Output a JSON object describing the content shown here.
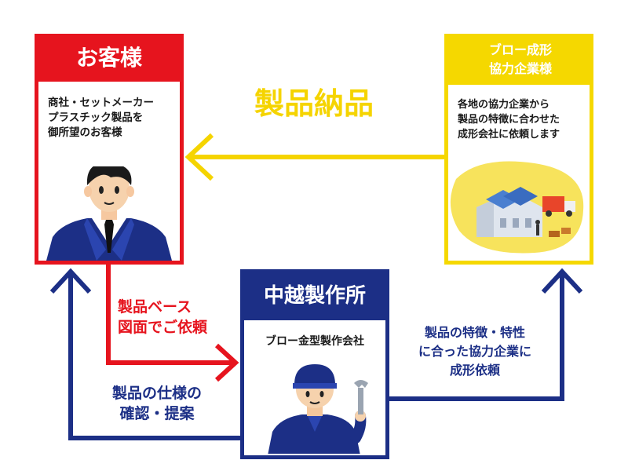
{
  "colors": {
    "red": "#e6141e",
    "yellow": "#f5d800",
    "navy": "#1c2f86",
    "arrow_yellow": "#f5d400"
  },
  "customer": {
    "title": "お客様",
    "description": "商社・セットメーカー\nプラスチック製品を\n御所望のお客様",
    "figure_icon": "businessman-icon"
  },
  "partner": {
    "title": "ブロー成形\n協力企業様",
    "description": "各地の協力企業から\n製品の特徴に合わせた\n成形会社に依頼します",
    "figure_icon": "factory-truck-icon"
  },
  "maker": {
    "title": "中越製作所",
    "subtitle": "ブロー金型製作会社",
    "figure_icon": "mechanic-with-wrench-icon"
  },
  "flows": {
    "delivery": "製品納品",
    "order_request": "製品ベース\n図面でご依頼",
    "spec_confirm": "製品の仕様の\n確認・提案",
    "molding_request": "製品の特徴・特性\nに合った協力企業に\n成形依頼"
  }
}
